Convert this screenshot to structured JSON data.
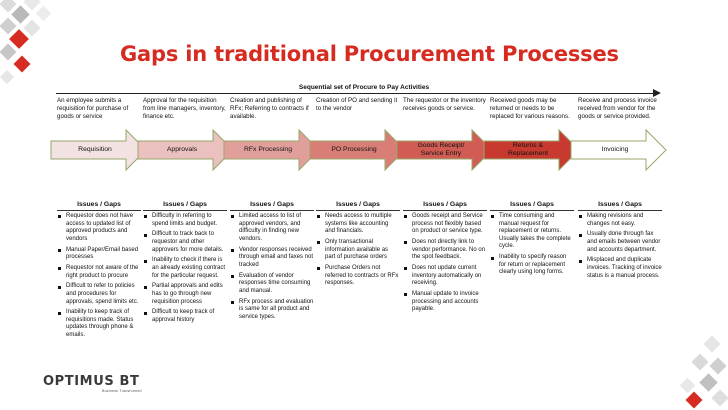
{
  "title": "Gaps in traditional Procurement Processes",
  "sequence_label": "Sequential set of Procure to Pay Activities",
  "colors": {
    "accent": "#d62b20",
    "stage_start": "#f2e3e2",
    "stage_end": "#c83a30",
    "stage_final": "#ffffff"
  },
  "stages": [
    {
      "label": "Requisition",
      "description": "An employee submits a requisition for purchase of goods or service",
      "issues_header": "Issues / Gaps",
      "issues": [
        "Requestor does not have access to updated list of approved products and vendors",
        "Manual Paper/Email based processes",
        "Requestor not aware of the right product to procure",
        "Difficult to refer to policies and procedures for approvals, spend limits etc.",
        "Inability to keep track of requisitions made. Status updates through phone & emails."
      ]
    },
    {
      "label": "Approvals",
      "description": "Approval for the requisition from line managers, inventory, finance etc.",
      "issues_header": "Issues / Gaps",
      "issues": [
        "Difficulty in referring to spend limits and budget.",
        "Difficult to track back to requestor and other approvers for more details.",
        "Inability to check if there is an already existing contract for the particular request.",
        "Partial approvals and edits has to go through new requisition process",
        "Difficult to keep track of approval history"
      ]
    },
    {
      "label": "RFx Processing",
      "description": "Creation and publishing of RFx; Referring to contracts if available.",
      "issues_header": "Issues / Gaps",
      "issues": [
        "Limited access to list of approved vendors, and difficulty in finding new vendors.",
        "Vendor responses received through email and faxes not tracked",
        "Evaluation of vendor responses time consuming and manual.",
        "RFx process and evaluation is same for all product and service types."
      ]
    },
    {
      "label": "PO Processing",
      "description": "Creation of PO and sending it to the vendor",
      "issues_header": "Issues / Gaps",
      "issues": [
        "Needs access to multiple systems like accounting and financials.",
        "Only transactional information available as part of purchase orders",
        "Purchase Orders not referred to contracts or RFx responses."
      ]
    },
    {
      "label": "Goods Receipt/ Service Entry",
      "description": "The requestor or the inventory receives goods or service.",
      "issues_header": "Issues / Gaps",
      "issues": [
        "Goods receipt and Service process not flexibly based on product or service type.",
        "Does not directly link to vendor performance. No on the spot feedback.",
        "Does not update current inventory automatically on receiving.",
        "Manual update to invoice processing and accounts payable."
      ]
    },
    {
      "label": "Returns & Replacement",
      "description": "Received goods may be returned or needs to be replaced for various reasons.",
      "issues_header": "Issues / Gaps",
      "issues": [
        "Time consuming and manual request for replacement or returns. Usually takes the complete cycle.",
        "Inability to specify reason for return or replacement clearly using long forms."
      ]
    },
    {
      "label": "Invoicing",
      "description": "Receive and process invoice received from vendor for the goods or service provided.",
      "issues_header": "Issues / Gaps",
      "issues": [
        "Making revisions and changes not easy.",
        "Usually done through fax and emails between vendor and accounts department.",
        "Misplaced and duplicate invoices. Tracking of invoice status is a manual process."
      ]
    }
  ],
  "logo": {
    "text": "OPTIMUS BT",
    "tagline": "Business Transformed"
  }
}
